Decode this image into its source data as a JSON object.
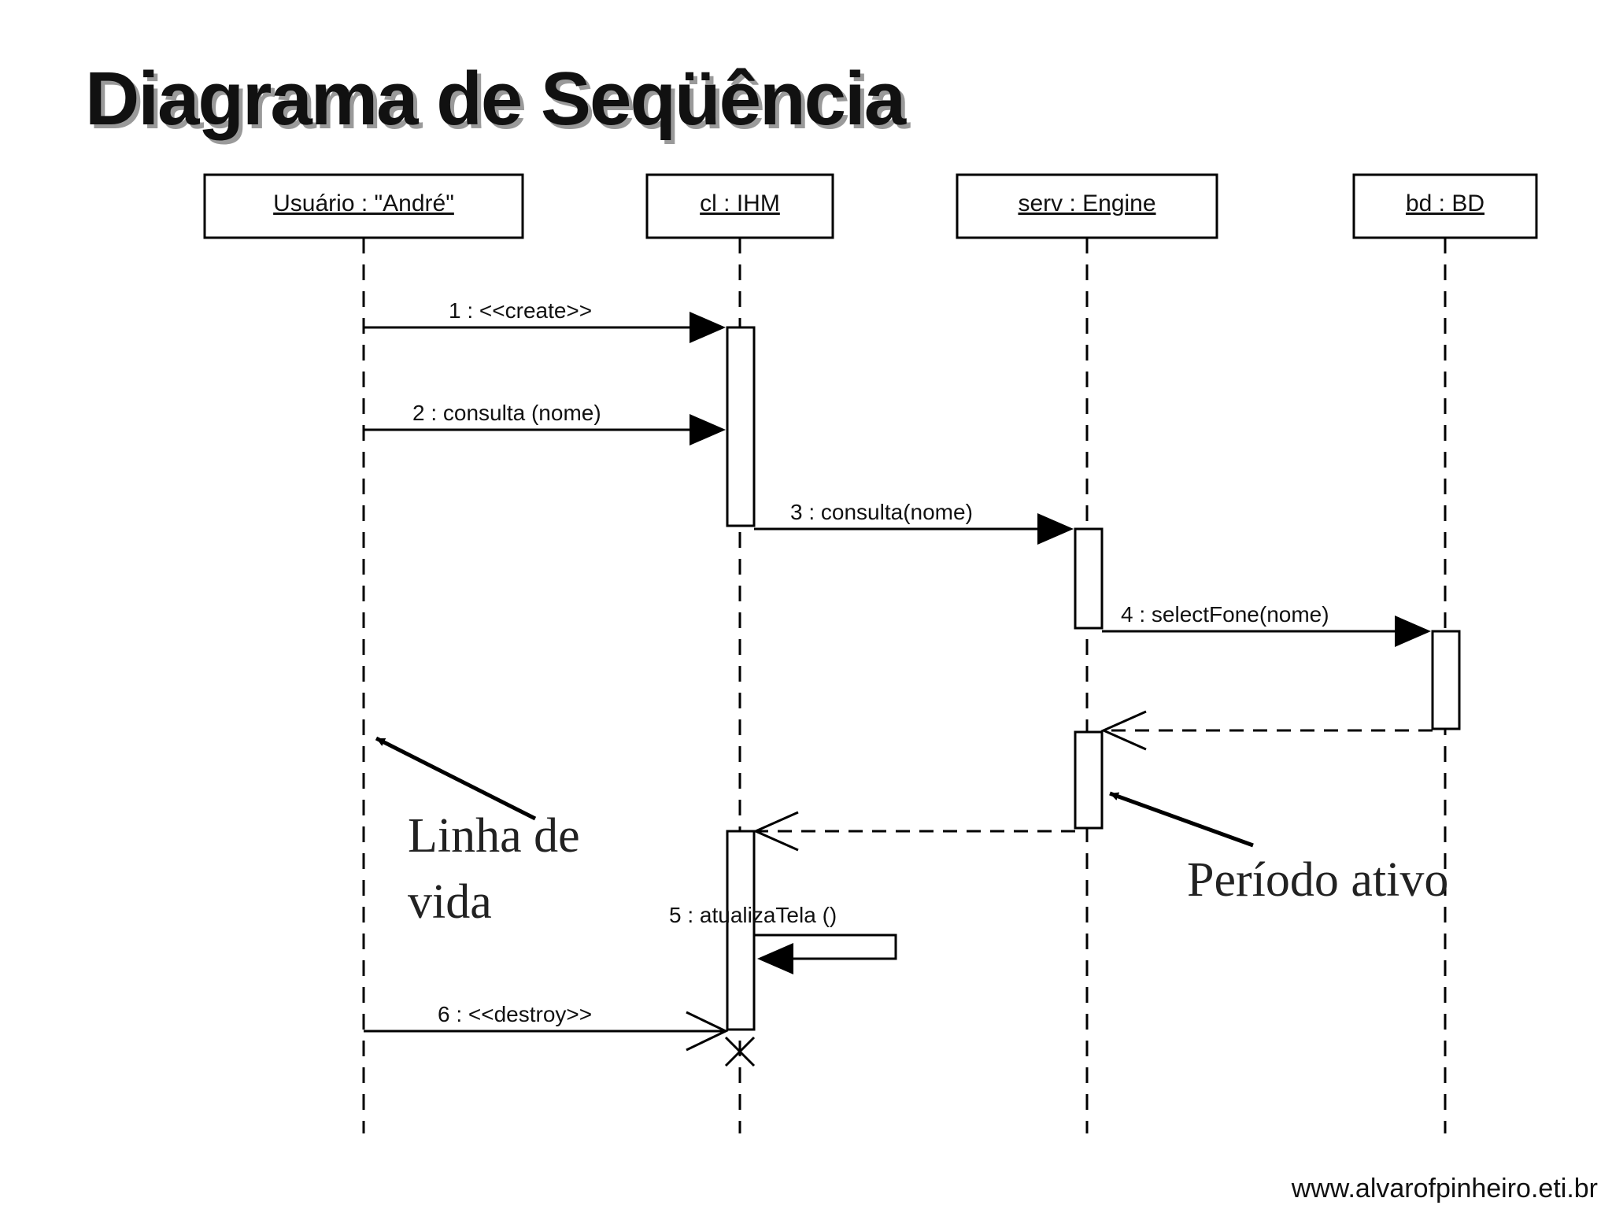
{
  "title": "Diagrama de Seqüência",
  "objects": [
    {
      "label": "Usuário : \"André\""
    },
    {
      "label": "cl : IHM"
    },
    {
      "label": "serv : Engine"
    },
    {
      "label": "bd : BD"
    }
  ],
  "messages": [
    {
      "label": "1 : <<create>>"
    },
    {
      "label": "2 : consulta (nome)"
    },
    {
      "label": "3 : consulta(nome)"
    },
    {
      "label": "4 : selectFone(nome)"
    },
    {
      "label": "5 : atualizaTela ()"
    },
    {
      "label": "6 : <<destroy>>"
    }
  ],
  "notes": {
    "lifeline": [
      "Linha de",
      "vida"
    ],
    "activation": "Período ativo"
  },
  "footer": "www.alvarofpinheiro.eti.br"
}
